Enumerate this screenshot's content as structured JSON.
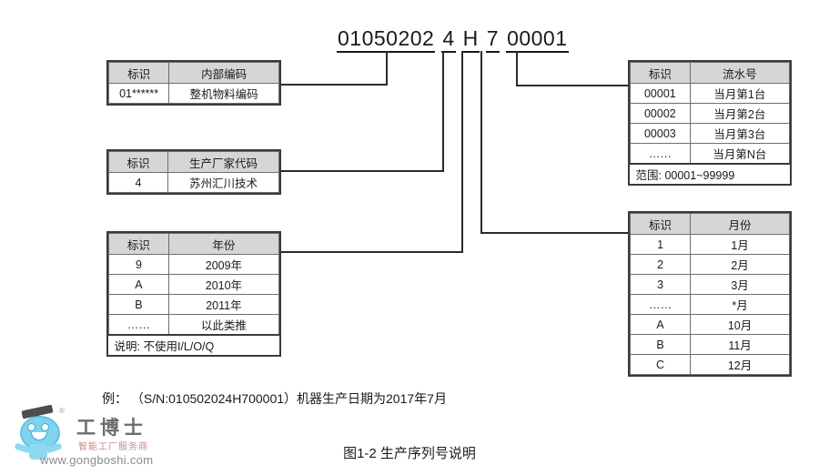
{
  "figure": {
    "caption": "图1-2 生产序列号说明",
    "example": "例：  （S/N:010502024H700001）机器生产日期为2017年7月"
  },
  "serial_number": {
    "segments": [
      {
        "name": "internal-code",
        "text": "01050202"
      },
      {
        "name": "factory-code",
        "text": "4"
      },
      {
        "name": "year-code",
        "text": "H"
      },
      {
        "name": "month-code",
        "text": "7"
      },
      {
        "name": "sequence-code",
        "text": "00001"
      }
    ]
  },
  "tables": {
    "internal_code": {
      "headers": [
        "标识",
        "内部编码"
      ],
      "rows": [
        [
          "01******",
          "整机物料编码"
        ]
      ]
    },
    "factory_code": {
      "headers": [
        "标识",
        "生产厂家代码"
      ],
      "rows": [
        [
          "4",
          "苏州汇川技术"
        ]
      ]
    },
    "year_code": {
      "headers": [
        "标识",
        "年份"
      ],
      "rows": [
        [
          "9",
          "2009年"
        ],
        [
          "A",
          "2010年"
        ],
        [
          "B",
          "2011年"
        ],
        [
          "……",
          "以此类推"
        ]
      ],
      "note": "说明: 不使用I/L/O/Q"
    },
    "sequence_code": {
      "headers": [
        "标识",
        "流水号"
      ],
      "rows": [
        [
          "00001",
          "当月第1台"
        ],
        [
          "00002",
          "当月第2台"
        ],
        [
          "00003",
          "当月第3台"
        ],
        [
          "……",
          "当月第N台"
        ]
      ],
      "note": "范围:  00001~99999"
    },
    "month_code": {
      "headers": [
        "标识",
        "月份"
      ],
      "rows": [
        [
          "1",
          "1月"
        ],
        [
          "2",
          "2月"
        ],
        [
          "3",
          "3月"
        ],
        [
          "……",
          "*月"
        ],
        [
          "A",
          "10月"
        ],
        [
          "B",
          "11月"
        ],
        [
          "C",
          "12月"
        ]
      ]
    }
  },
  "watermark": {
    "brand": "工博士",
    "tagline": "智能工厂服务商",
    "url": "www.gongboshi.com",
    "registered_mark": "®"
  }
}
